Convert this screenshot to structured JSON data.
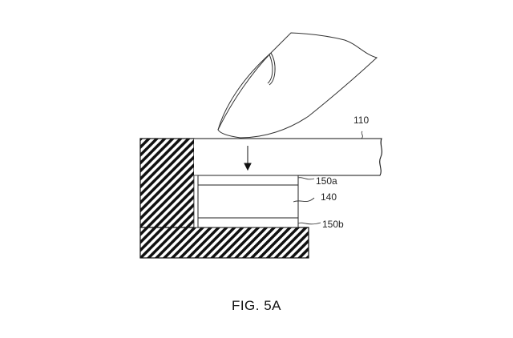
{
  "labels": {
    "plate": "110",
    "layer_top": "150a",
    "core": "140",
    "layer_bottom": "150b"
  },
  "figure_caption": "FIG. 5A"
}
